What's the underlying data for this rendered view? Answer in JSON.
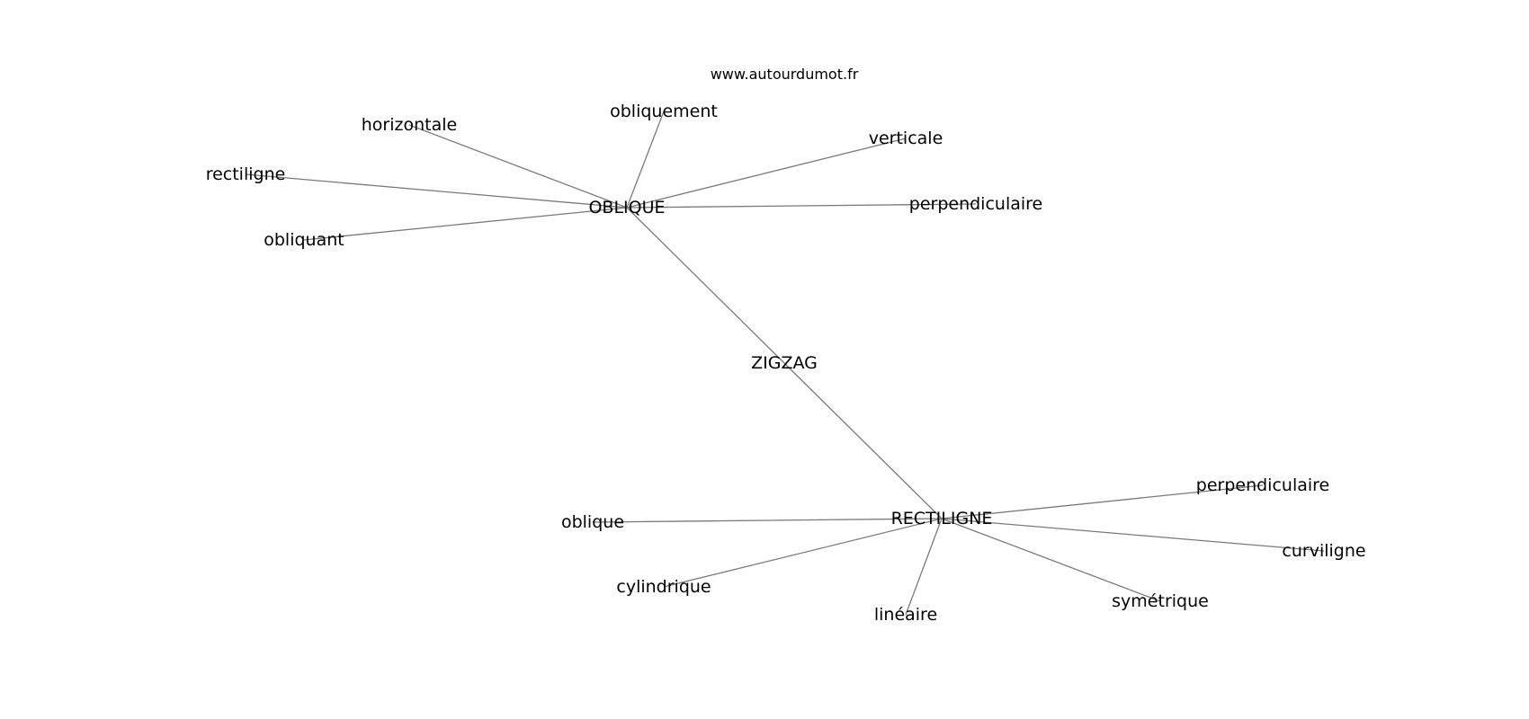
{
  "source": "www.autourdumot.fr",
  "nodes": [
    {
      "id": "zigzag",
      "label": "ZIGZAG"
    },
    {
      "id": "oblique_hub",
      "label": "OBLIQUE"
    },
    {
      "id": "rectiligne_hub",
      "label": "RECTILIGNE"
    },
    {
      "id": "horizontale",
      "label": "horizontale"
    },
    {
      "id": "obliquement",
      "label": "obliquement"
    },
    {
      "id": "verticale",
      "label": "verticale"
    },
    {
      "id": "rectiligne",
      "label": "rectiligne"
    },
    {
      "id": "perpendiculaire_top",
      "label": "perpendiculaire"
    },
    {
      "id": "obliquant",
      "label": "obliquant"
    },
    {
      "id": "perpendiculaire_bottom",
      "label": "perpendiculaire"
    },
    {
      "id": "oblique",
      "label": "oblique"
    },
    {
      "id": "curviligne",
      "label": "curviligne"
    },
    {
      "id": "cylindrique",
      "label": "cylindrique"
    },
    {
      "id": "symetrique",
      "label": "symétrique"
    },
    {
      "id": "lineaire",
      "label": "linéaire"
    }
  ],
  "edges": [
    {
      "from": "oblique_hub",
      "to": "zigzag"
    },
    {
      "from": "zigzag",
      "to": "rectiligne_hub"
    },
    {
      "from": "oblique_hub",
      "to": "horizontale"
    },
    {
      "from": "oblique_hub",
      "to": "obliquement"
    },
    {
      "from": "oblique_hub",
      "to": "verticale"
    },
    {
      "from": "oblique_hub",
      "to": "rectiligne"
    },
    {
      "from": "oblique_hub",
      "to": "perpendiculaire_top"
    },
    {
      "from": "oblique_hub",
      "to": "obliquant"
    },
    {
      "from": "rectiligne_hub",
      "to": "perpendiculaire_bottom"
    },
    {
      "from": "rectiligne_hub",
      "to": "oblique"
    },
    {
      "from": "rectiligne_hub",
      "to": "curviligne"
    },
    {
      "from": "rectiligne_hub",
      "to": "cylindrique"
    },
    {
      "from": "rectiligne_hub",
      "to": "symetrique"
    },
    {
      "from": "rectiligne_hub",
      "to": "lineaire"
    }
  ]
}
